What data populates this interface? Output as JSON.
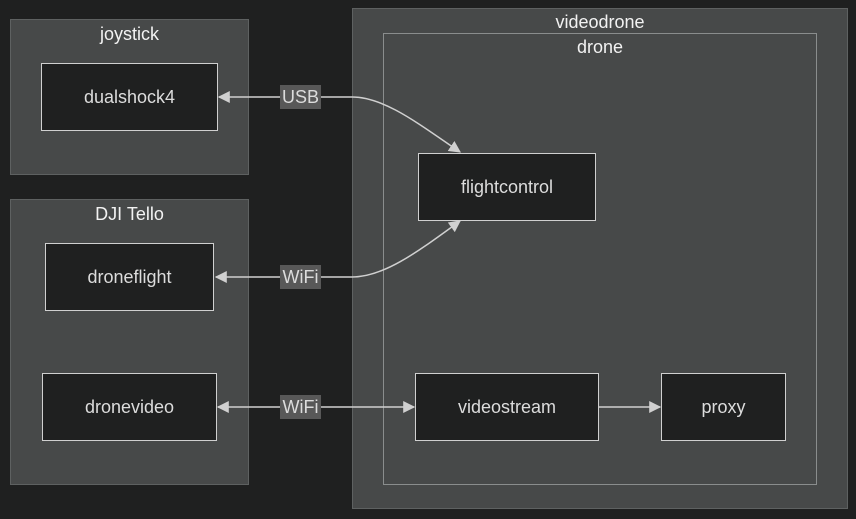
{
  "clusters": {
    "joystick": "joystick",
    "dji_tello": "DJI Tello",
    "videodrone": "videodrone",
    "drone": "drone"
  },
  "nodes": {
    "dualshock4": "dualshock4",
    "droneflight": "droneflight",
    "dronevideo": "dronevideo",
    "flightcontrol": "flightcontrol",
    "videostream": "videostream",
    "proxy": "proxy"
  },
  "edges": {
    "usb": "USB",
    "wifi_flight": "WiFi",
    "wifi_video": "WiFi"
  },
  "colors": {
    "background": "#1f2020",
    "cluster": "#474949",
    "node_fill": "#1f2020",
    "stroke": "#d0d0d0",
    "edge_label_bg": "#585858"
  }
}
